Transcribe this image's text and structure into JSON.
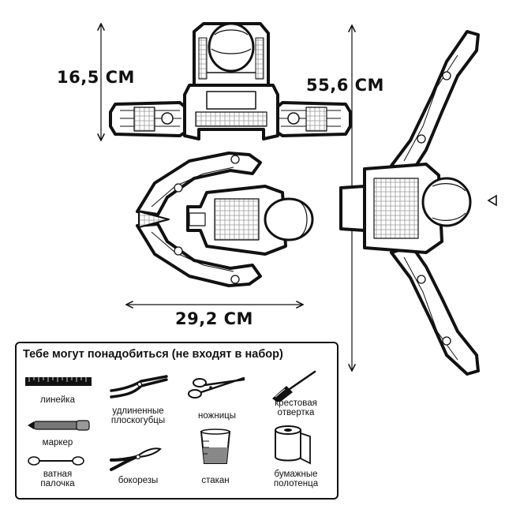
{
  "dimensions": {
    "height": "16,5 СМ",
    "length": "55,6 СМ",
    "width": "29,2 СМ"
  },
  "tools": {
    "title": "Тебе могут понадобиться (не входят в набор)",
    "items": [
      {
        "id": "ruler",
        "label": "линейка",
        "icon": "ruler-icon"
      },
      {
        "id": "long-pliers",
        "label": "удлиненные\nплоскогубцы",
        "icon": "long-nose-pliers-icon"
      },
      {
        "id": "scissors",
        "label": "ножницы",
        "icon": "scissors-icon"
      },
      {
        "id": "screwdriver",
        "label": "крестовая\nотвертка",
        "icon": "phillips-screwdriver-icon"
      },
      {
        "id": "marker",
        "label": "маркер",
        "icon": "marker-icon"
      },
      {
        "id": "cotton-swab",
        "label": "ватная\nпалочка",
        "icon": "cotton-swab-icon"
      },
      {
        "id": "side-cutters",
        "label": "бокорезы",
        "icon": "side-cutters-icon"
      },
      {
        "id": "cup",
        "label": "стакан",
        "icon": "cup-icon"
      },
      {
        "id": "paper-towel",
        "label": "бумажные\nполотенца",
        "icon": "paper-towel-icon"
      }
    ]
  }
}
